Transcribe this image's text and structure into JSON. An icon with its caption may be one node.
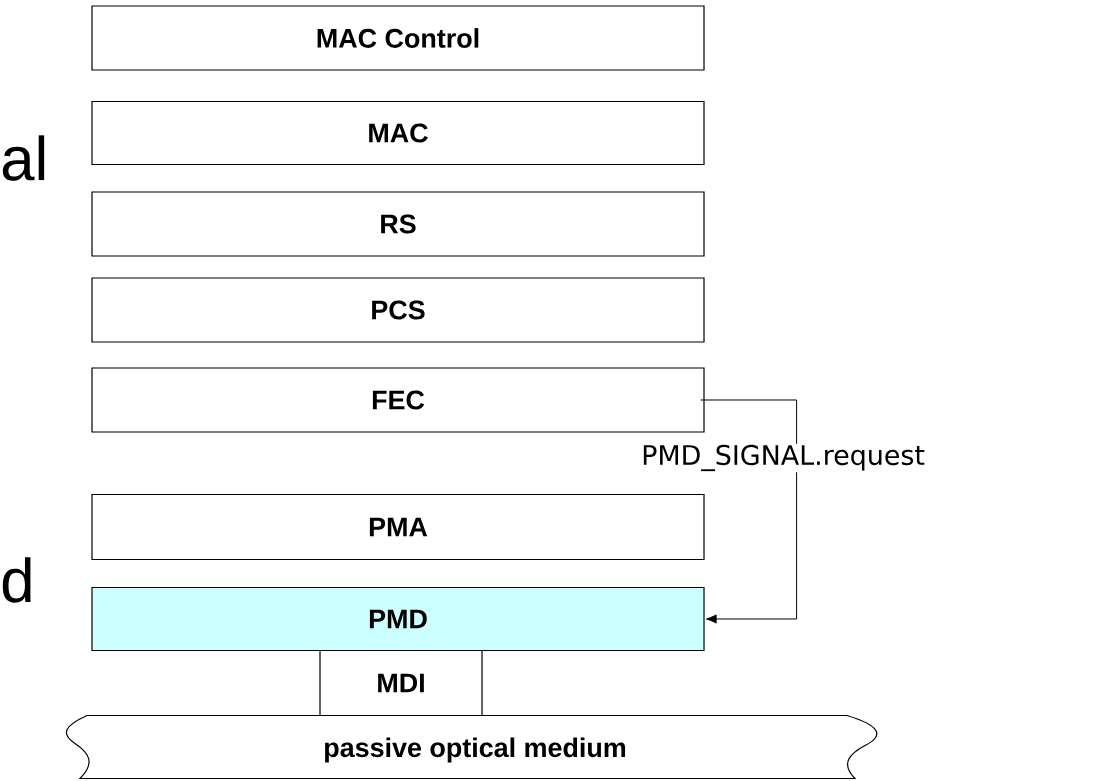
{
  "diagram": {
    "nodes": [
      {
        "text": [
          "MAC Control"
        ]
      },
      {
        "text": [
          "MAC"
        ]
      },
      {
        "text": [
          "RS"
        ]
      },
      {
        "text": [
          "PCS"
        ]
      },
      {
        "text": [
          "FEC"
        ]
      },
      {
        "text": [
          "PMA"
        ]
      },
      {
        "text": [
          "PMD"
        ]
      },
      {
        "text": [
          "MDI"
        ]
      },
      {
        "text": [
          "passive optical medium"
        ]
      }
    ],
    "edges": [
      {
        "from": 4,
        "to": 6,
        "arrow": "to",
        "label": "PMD_SIGNAL.request"
      }
    ],
    "labels": [
      "al",
      "d"
    ]
  }
}
